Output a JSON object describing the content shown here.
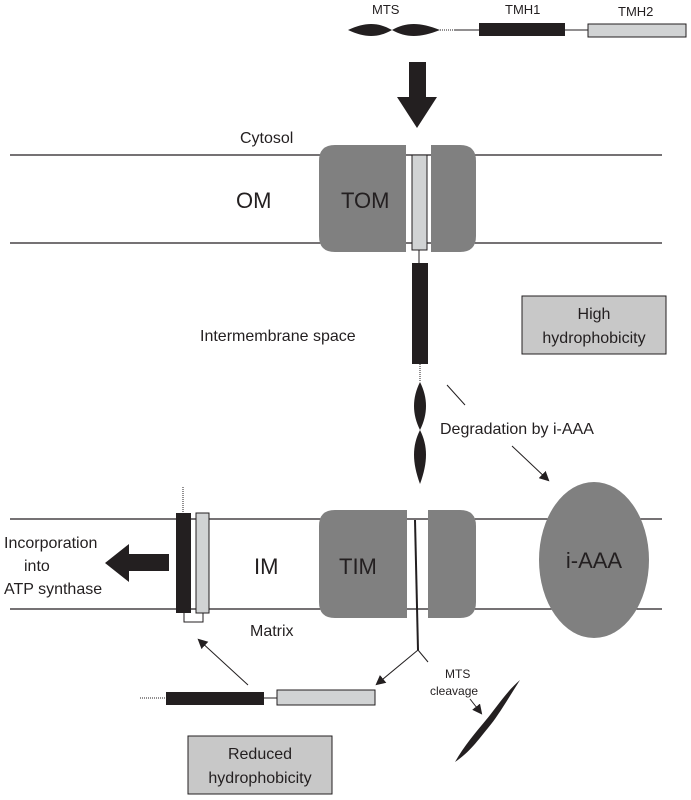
{
  "labels": {
    "mts_top": "MTS",
    "tmh1": "TMH1",
    "tmh2": "TMH2",
    "cytosol": "Cytosol",
    "om": "OM",
    "tom": "TOM",
    "intermembrane_space": "Intermembrane space",
    "degradation": "Degradation by i-AAA",
    "im": "IM",
    "tim": "TIM",
    "iaaa": "i-AAA",
    "matrix": "Matrix",
    "incorporation_line1": "Incorporation",
    "incorporation_line2": "into",
    "incorporation_line3": "ATP synthase",
    "mts_cleavage_line1": "MTS",
    "mts_cleavage_line2": "cleavage"
  },
  "boxes": {
    "high_line1": "High",
    "high_line2": "hydrophobicity",
    "reduced_line1": "Reduced",
    "reduced_line2": "hydrophobicity"
  },
  "colors": {
    "ink": "#231f20",
    "complex_gray": "#808080",
    "light_gray": "#d1d3d4",
    "box_gray": "#c8c8c8",
    "background": "#ffffff"
  }
}
